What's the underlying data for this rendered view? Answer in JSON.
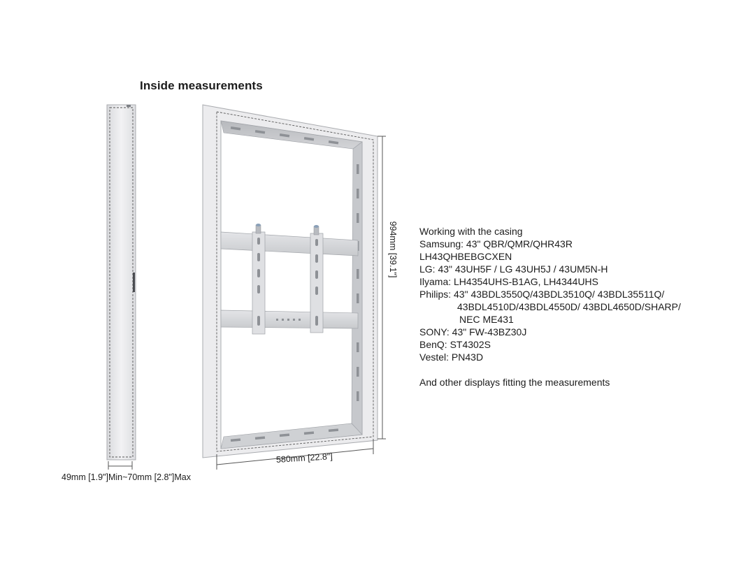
{
  "title": "Inside measurements",
  "dimensions": {
    "depth_label": "49mm [1.9\"]Min~70mm [2.8\"]Max",
    "width_label": "580mm [22.8\"]",
    "height_label": "994mm [39.1\"]"
  },
  "compatibility": {
    "heading": "Working with the casing",
    "samsung_1": "Samsung: 43\" QBR/QMR/QHR43R",
    "samsung_2": "LH43QHBEBGCXEN",
    "lg": "LG: 43\" 43UH5F / LG 43UH5J / 43UM5N-H",
    "iiyama": "Ilyama: LH4354UHS-B1AG, LH4344UHS",
    "philips_1": "Philips: 43\" 43BDL3550Q/43BDL3510Q/ 43BDL35511Q/",
    "philips_2": "43BDL4510D/43BDL4550D/ 43BDL4650D/SHARP/",
    "philips_3": "NEC ME431",
    "sony": "SONY: 43\" FW-43BZ30J",
    "benq": "BenQ: ST4302S",
    "vestel": "Vestel: PN43D",
    "footer": "And other displays fitting the measurements"
  },
  "colors": {
    "casing_face": "#ececee",
    "casing_edge": "#a9abaf",
    "inner_rail": "#c2c4c8",
    "inner_shadow": "#9ea1a6",
    "dim_line": "#555555"
  }
}
